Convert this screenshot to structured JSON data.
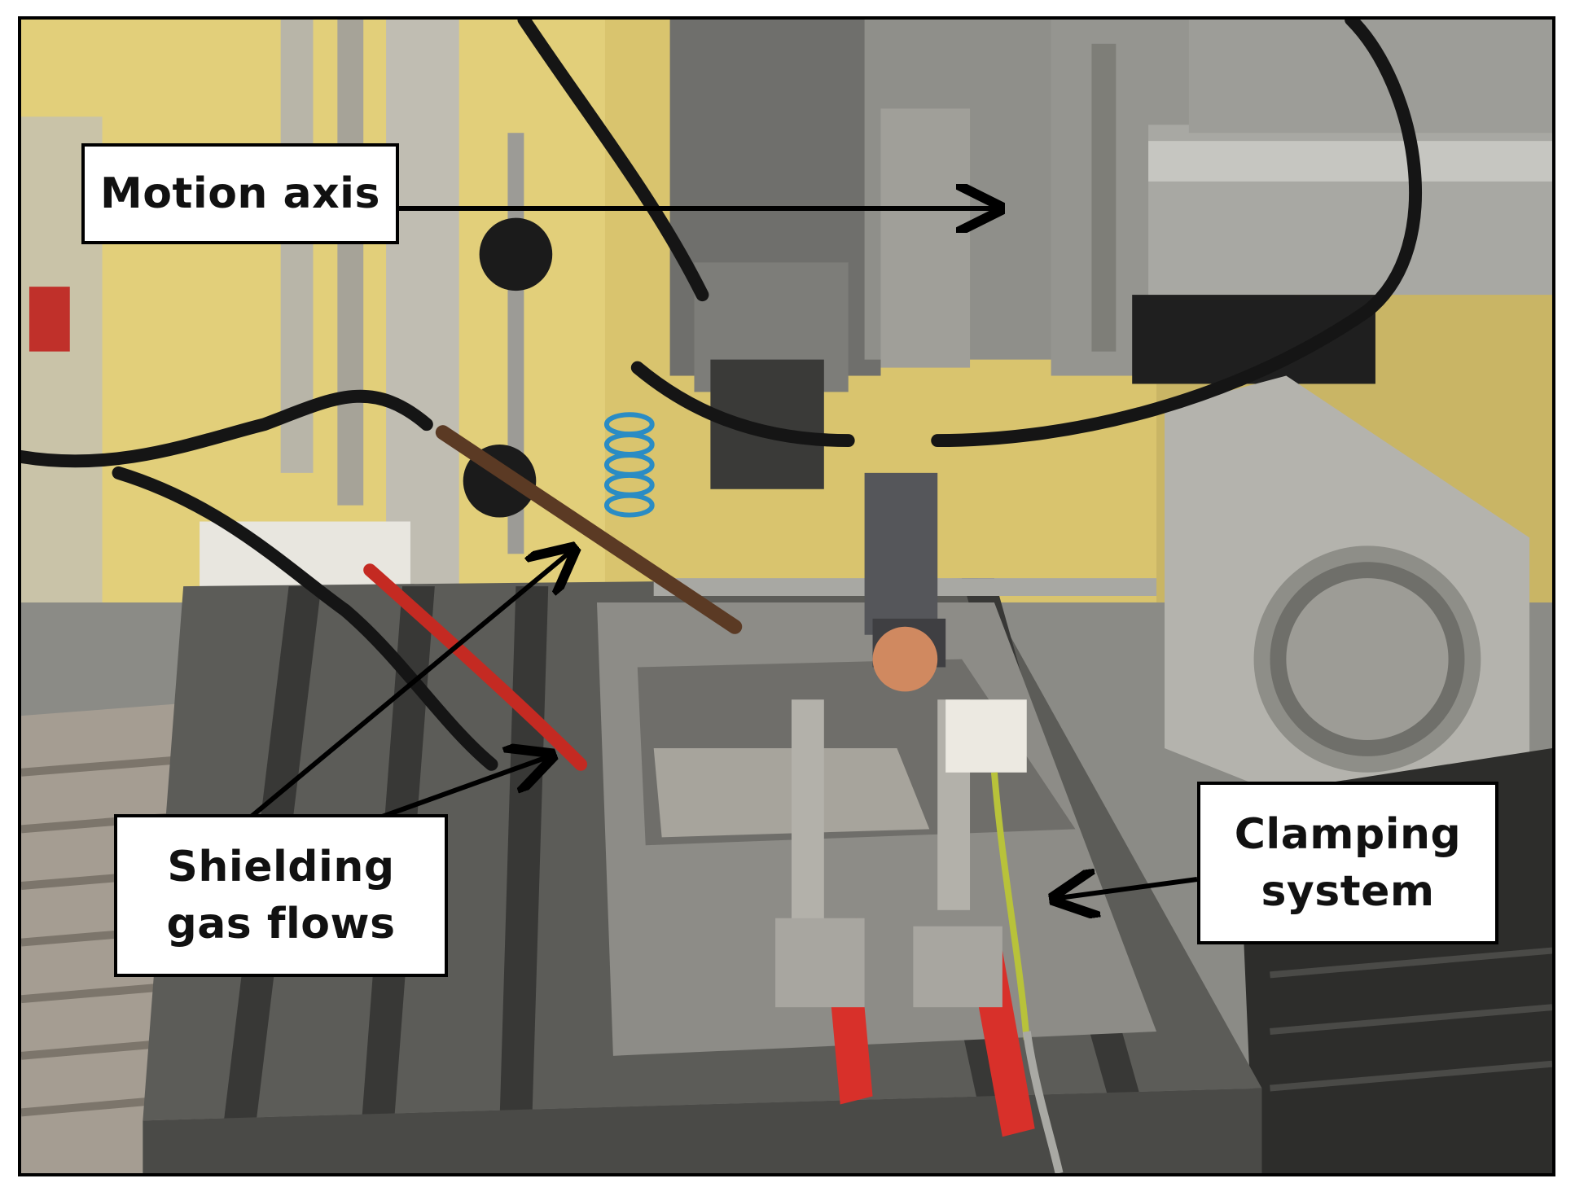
{
  "annotations": {
    "motion_axis": "Motion axis",
    "shielding_gas_line1": "Shielding",
    "shielding_gas_line2": "gas flows",
    "clamping_line1": "Clamping",
    "clamping_line2": "system"
  },
  "colors": {
    "wall": "#d8c474",
    "metal": "#9a9a96",
    "table": "#5b5b58",
    "red_handle": "#d8302a",
    "cable": "#1a1a1a"
  }
}
